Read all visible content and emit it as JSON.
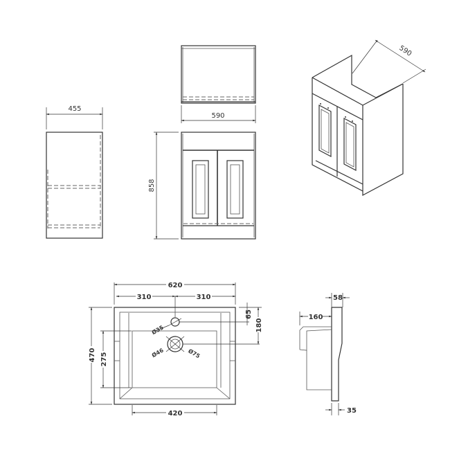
{
  "cabinet": {
    "side_view": {
      "depth_label": "455"
    },
    "top_view": {
      "width_label": "590"
    },
    "front_view": {
      "height_label": "858"
    },
    "isometric_view": {
      "width_label": "590"
    }
  },
  "basin": {
    "plan_view": {
      "overall_width": "620",
      "left_half": "310",
      "right_half": "310",
      "overall_depth": "470",
      "bowl_depth": "275",
      "bowl_width": "420",
      "tap_hole_offset": "65",
      "waste_offset": "180",
      "tap_hole_diameter": "Ø35",
      "waste_inner_diameter": "Ø46",
      "waste_outer_diameter": "Ø75"
    },
    "side_section": {
      "rim_thickness": "58",
      "bowl_projection": "160",
      "base_thickness": "35"
    }
  }
}
